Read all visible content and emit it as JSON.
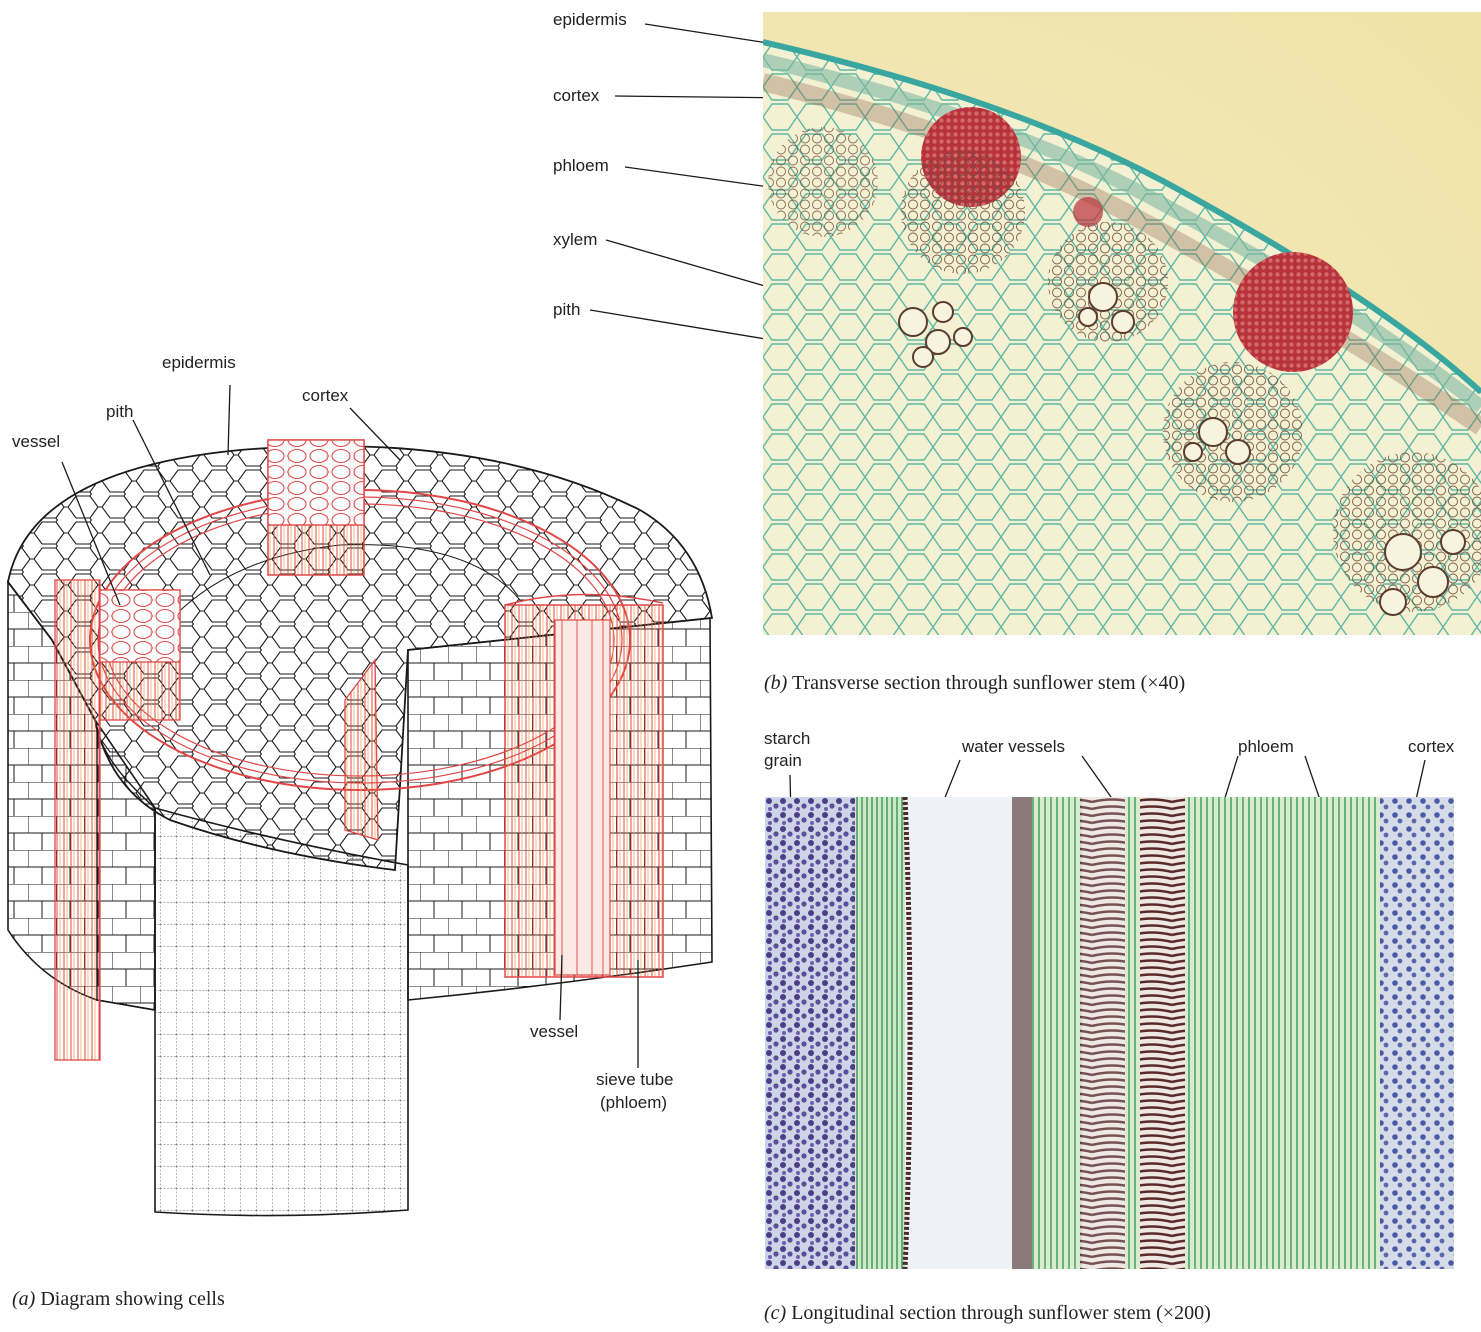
{
  "panel_a": {
    "labels": {
      "epidermis": "epidermis",
      "pith": "pith",
      "cortex": "cortex",
      "vessel_left": "vessel",
      "vessel_bottom": "vessel",
      "sieve_tube_line1": "sieve tube",
      "sieve_tube_line2": "(phloem)"
    },
    "caption_letter": "(a)",
    "caption_text": "Diagram showing cells"
  },
  "panel_b": {
    "labels": {
      "epidermis": "epidermis",
      "cortex": "cortex",
      "phloem": "phloem",
      "xylem": "xylem",
      "pith": "pith"
    },
    "caption_letter": "(b)",
    "caption_text": "Transverse section through sunflower stem (×40)"
  },
  "panel_c": {
    "labels": {
      "starch_grain_line1": "starch",
      "starch_grain_line2": "grain",
      "water_vessels": "water vessels",
      "phloem": "phloem",
      "cortex": "cortex"
    },
    "caption_letter": "(c)",
    "caption_text": "Longitudinal section through sunflower stem (×200)"
  },
  "colors": {
    "line_red": "#e04848",
    "outline": "#1a1a1a",
    "photo_bg": "#f1e9b4",
    "cell_wall_green": "#5fb8a3",
    "stain_red": "#b8323c",
    "long_green": "#3e9a5a",
    "starch_purple": "#4a3f86"
  }
}
